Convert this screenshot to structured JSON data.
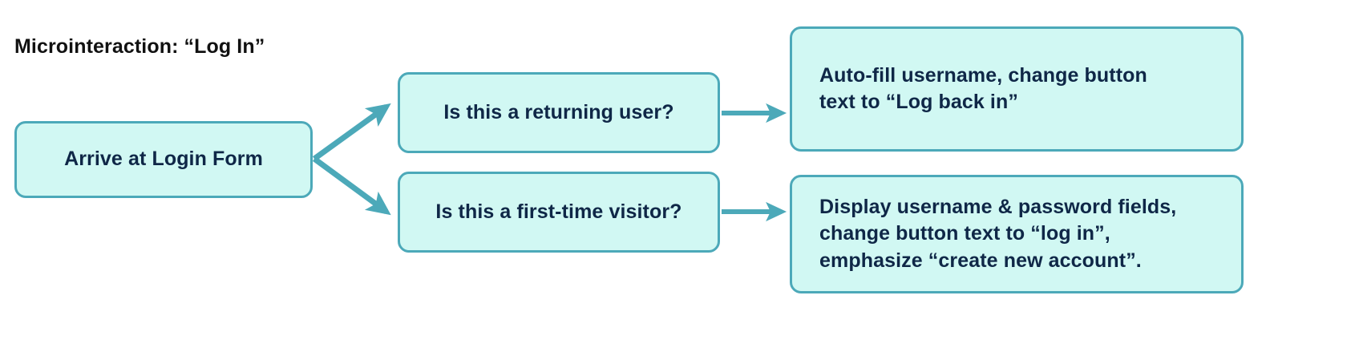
{
  "diagram": {
    "title": "Microinteraction: “Log In”",
    "palette": {
      "node_fill": "#D1F8F3",
      "node_border": "#4CA9B9",
      "node_text": "#0F2747",
      "arrow": "#4CA9B9",
      "title_text": "#111111",
      "background": "#FFFFFF"
    },
    "nodes": [
      {
        "id": "start",
        "label": "Arrive at Login Form"
      },
      {
        "id": "returning",
        "label": "Is this a returning user?"
      },
      {
        "id": "firsttime",
        "label": "Is this a first-time visitor?"
      },
      {
        "id": "autofill",
        "label": "Auto-fill username, change button\ntext to “Log back in”"
      },
      {
        "id": "display",
        "label": "Display username & password fields,\nchange button text to “log in”,\nemphasize “create new account”."
      }
    ],
    "edges": [
      {
        "from": "start",
        "to": "returning",
        "label": "",
        "style": "diagonal-up"
      },
      {
        "from": "start",
        "to": "firsttime",
        "label": "",
        "style": "diagonal-down"
      },
      {
        "from": "returning",
        "to": "autofill",
        "label": "",
        "style": "horizontal"
      },
      {
        "from": "firsttime",
        "to": "display",
        "label": "",
        "style": "horizontal"
      }
    ]
  }
}
